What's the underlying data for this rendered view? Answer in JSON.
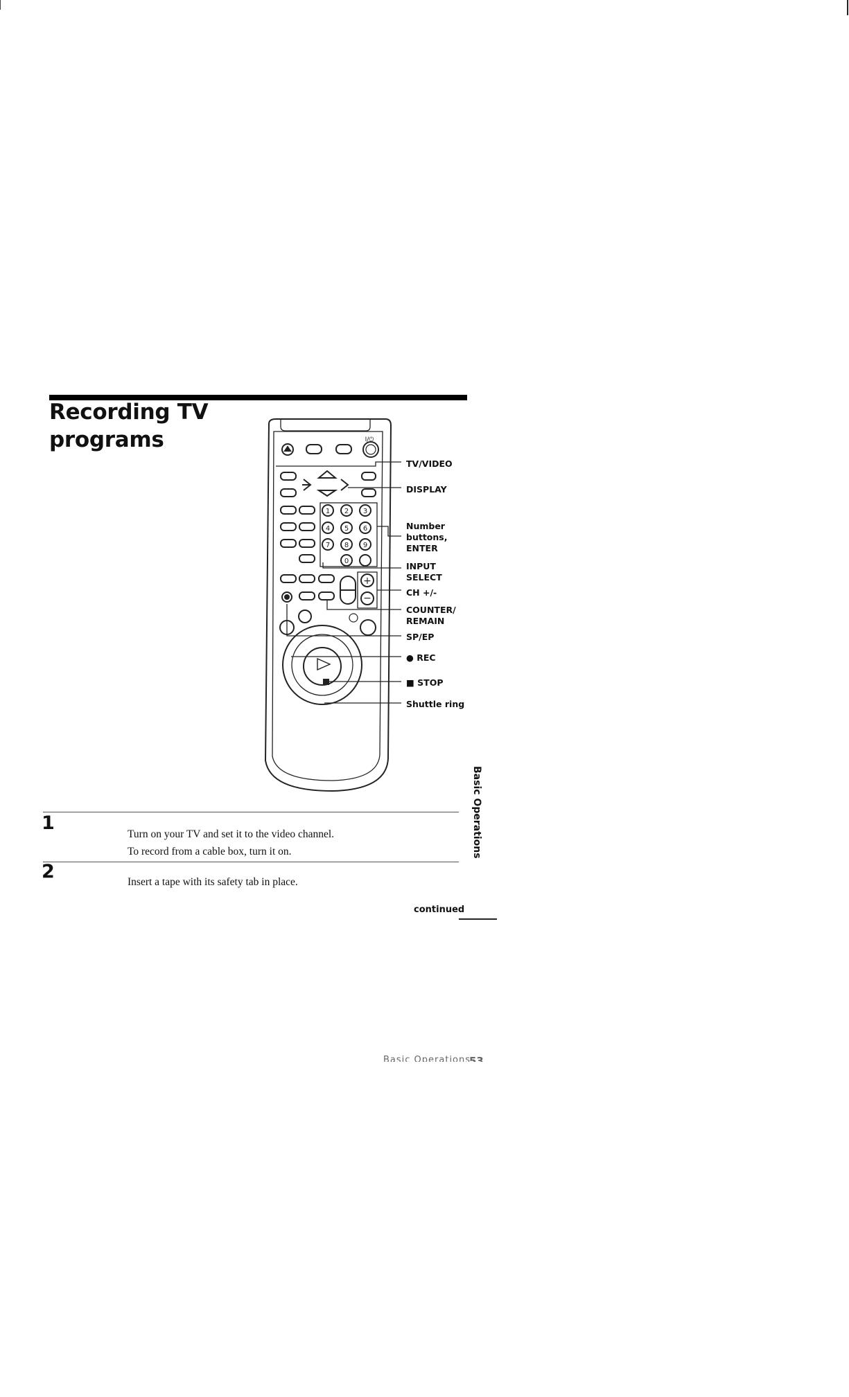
{
  "page": {
    "title_line1": "Recording TV",
    "title_line2": "programs",
    "side_label": "Basic Operations",
    "continued": "continued",
    "footer_section": "Basic Operations",
    "footer_page": "53"
  },
  "callouts": [
    {
      "lines": [
        "TV/VIDEO"
      ]
    },
    {
      "lines": [
        "DISPLAY"
      ]
    },
    {
      "lines": [
        "Number",
        "buttons,",
        "ENTER"
      ]
    },
    {
      "lines": [
        "INPUT",
        "SELECT"
      ]
    },
    {
      "lines": [
        "CH +/-"
      ]
    },
    {
      "lines": [
        "COUNTER/",
        "REMAIN"
      ]
    },
    {
      "lines": [
        "SP/EP"
      ]
    },
    {
      "lines": [
        "● REC"
      ]
    },
    {
      "lines": [
        "■ STOP"
      ]
    },
    {
      "lines": [
        "Shuttle ring"
      ]
    }
  ],
  "remote": {
    "power_label": "I/⏻",
    "number_keys": [
      "1",
      "2",
      "3",
      "4",
      "5",
      "6",
      "7",
      "8",
      "9",
      "0"
    ],
    "ch_plus": "+",
    "ch_minus": "−"
  },
  "steps": [
    {
      "number": "1",
      "lines": [
        "Turn on your TV and set it to the video channel.",
        "To record from a cable box, turn it on."
      ]
    },
    {
      "number": "2",
      "lines": [
        "Insert a tape with its safety tab in place."
      ]
    }
  ]
}
